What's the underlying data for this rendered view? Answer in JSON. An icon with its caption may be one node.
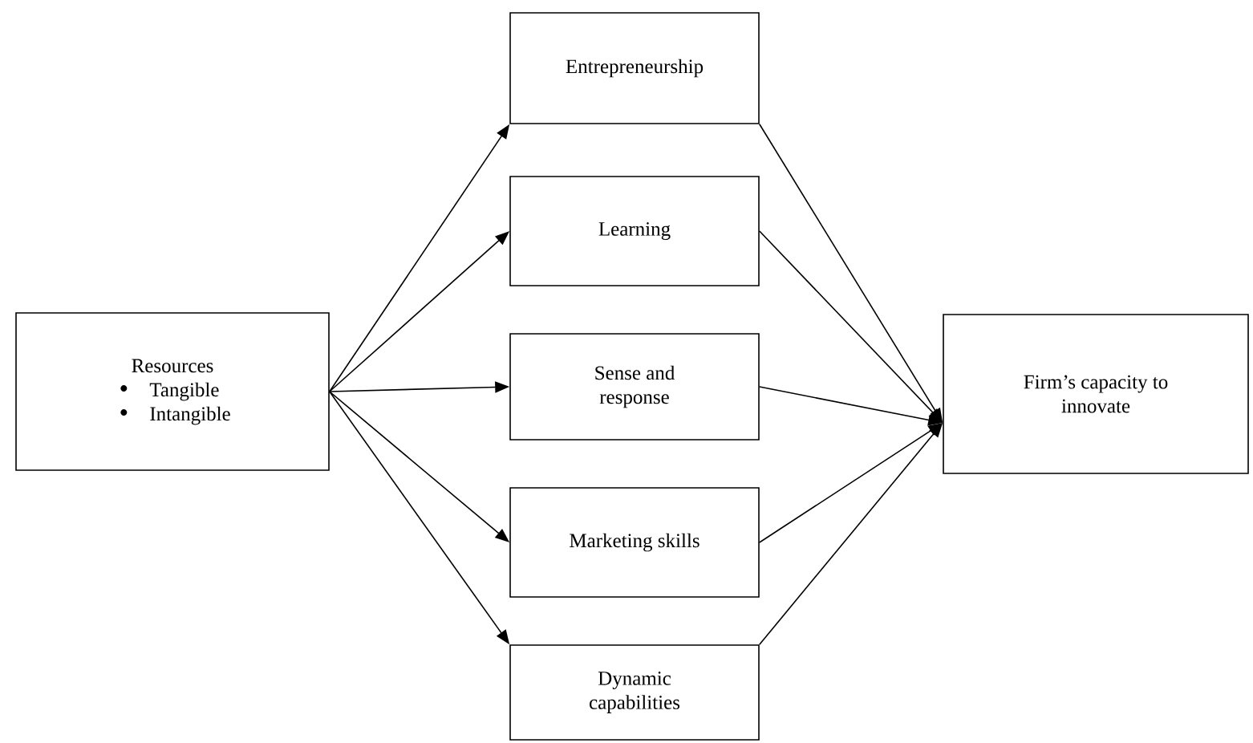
{
  "diagram": {
    "nodes": [
      {
        "text": [
          "Resources",
          "Tangible",
          "Intangible"
        ]
      },
      {
        "text": [
          "Entrepreneurship"
        ]
      },
      {
        "text": [
          "Learning"
        ]
      },
      {
        "text": [
          "Sense and response"
        ]
      },
      {
        "text": [
          "Marketing skills"
        ]
      },
      {
        "text": [
          "Dynamic capabilities"
        ]
      },
      {
        "text": [
          "Firm’s capacity to innovate"
        ]
      }
    ],
    "edges": [
      {
        "from": 0,
        "to": 1,
        "arrow": "to"
      },
      {
        "from": 0,
        "to": 2,
        "arrow": "to"
      },
      {
        "from": 0,
        "to": 3,
        "arrow": "to"
      },
      {
        "from": 0,
        "to": 4,
        "arrow": "to"
      },
      {
        "from": 0,
        "to": 5,
        "arrow": "to"
      },
      {
        "from": 1,
        "to": 6,
        "arrow": "to"
      },
      {
        "from": 2,
        "to": 6,
        "arrow": "to"
      },
      {
        "from": 3,
        "to": 6,
        "arrow": "to"
      },
      {
        "from": 4,
        "to": 6,
        "arrow": "to"
      },
      {
        "from": 5,
        "to": 6,
        "arrow": "to"
      }
    ]
  }
}
